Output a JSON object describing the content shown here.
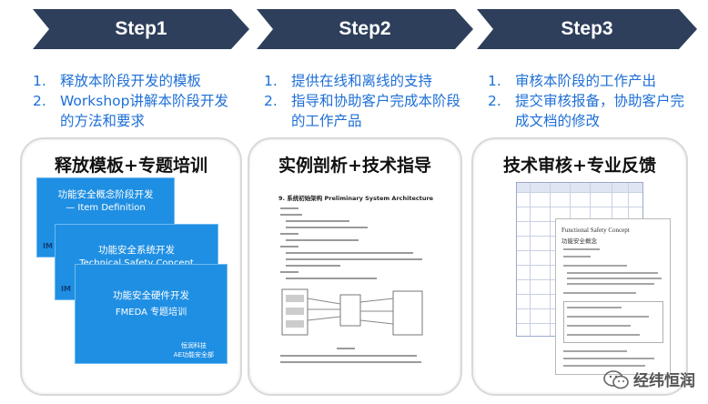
{
  "steps": [
    {
      "label": "Step1",
      "bullets": [
        {
          "num": "1.",
          "text": "释放本阶段开发的模板"
        },
        {
          "num": "2.",
          "text": "Workshop讲解本阶段开发的方法和要求"
        }
      ],
      "panel_title": "释放模板+专题培训"
    },
    {
      "label": "Step2",
      "bullets": [
        {
          "num": "1.",
          "text": "提供在线和离线的支持"
        },
        {
          "num": "2.",
          "text": "指导和协助客户完成本阶段的工作产品"
        }
      ],
      "panel_title": "实例剖析+技术指导"
    },
    {
      "label": "Step3",
      "bullets": [
        {
          "num": "1.",
          "text": "审核本阶段的工作产出"
        },
        {
          "num": "2.",
          "text": "提交审核报备，协助客户完成文档的修改"
        }
      ],
      "panel_title": "技术审核+专业反馈"
    }
  ],
  "slides": [
    {
      "line1": "功能安全概念阶段开发",
      "line2": "— Item Definition"
    },
    {
      "line1": "功能安全系统开发",
      "line2": "Technical Safety Concept"
    },
    {
      "line1": "功能安全硬件开发",
      "line2": "FMEDA 专题培训",
      "footer1": "恒润科技",
      "footer2": "AE功能安全部"
    }
  ],
  "doc_heading": "9. 系统初始架构 Preliminary System Architecture",
  "fs_doc": {
    "title": "Functional Safety Concept",
    "subtitle": "功能安全概念"
  },
  "watermark": "经纬恒润",
  "colors": {
    "arrow": "#2e3f5c",
    "bullet_text": "#1e6fd6",
    "slide_blue": "#1f8fe3",
    "panel_border": "#d9d9d9"
  }
}
